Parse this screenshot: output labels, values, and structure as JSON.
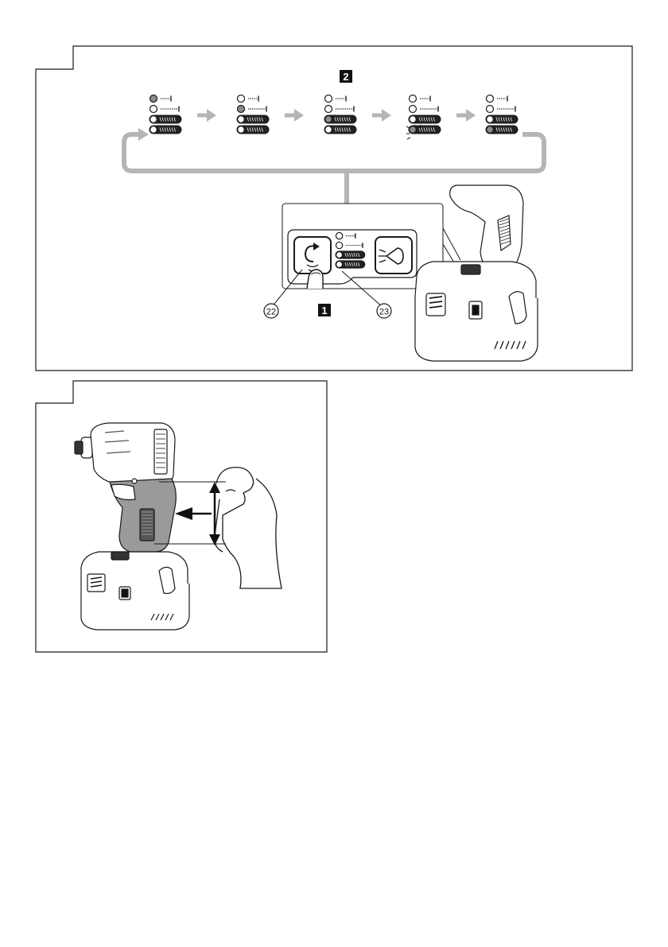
{
  "figure_top": {
    "step_badge_top": "2",
    "step_badge_bottom": "1",
    "callout_left": "22",
    "callout_right": "23",
    "mode_sequence": [
      {
        "lit": 0,
        "flash": false
      },
      {
        "lit": 1,
        "flash": false
      },
      {
        "lit": 2,
        "flash": false
      },
      {
        "lit": 3,
        "flash": true
      },
      {
        "lit": 4,
        "flash": false
      }
    ]
  },
  "figure_bottom": {},
  "colors": {
    "line": "#1a1a1a",
    "arrow_grey": "#b5b5b5",
    "led_lit": "#8c8c8c",
    "grip_grey": "#9a9a9a",
    "badge_fill": "#111111"
  },
  "icons": [
    "mode-sequence-arrow-icon",
    "loop-arrow-icon",
    "rotation-mode-icon",
    "light-icon",
    "finger-press-icon",
    "pull-arrow-icon",
    "stroke-arrow-icon"
  ]
}
